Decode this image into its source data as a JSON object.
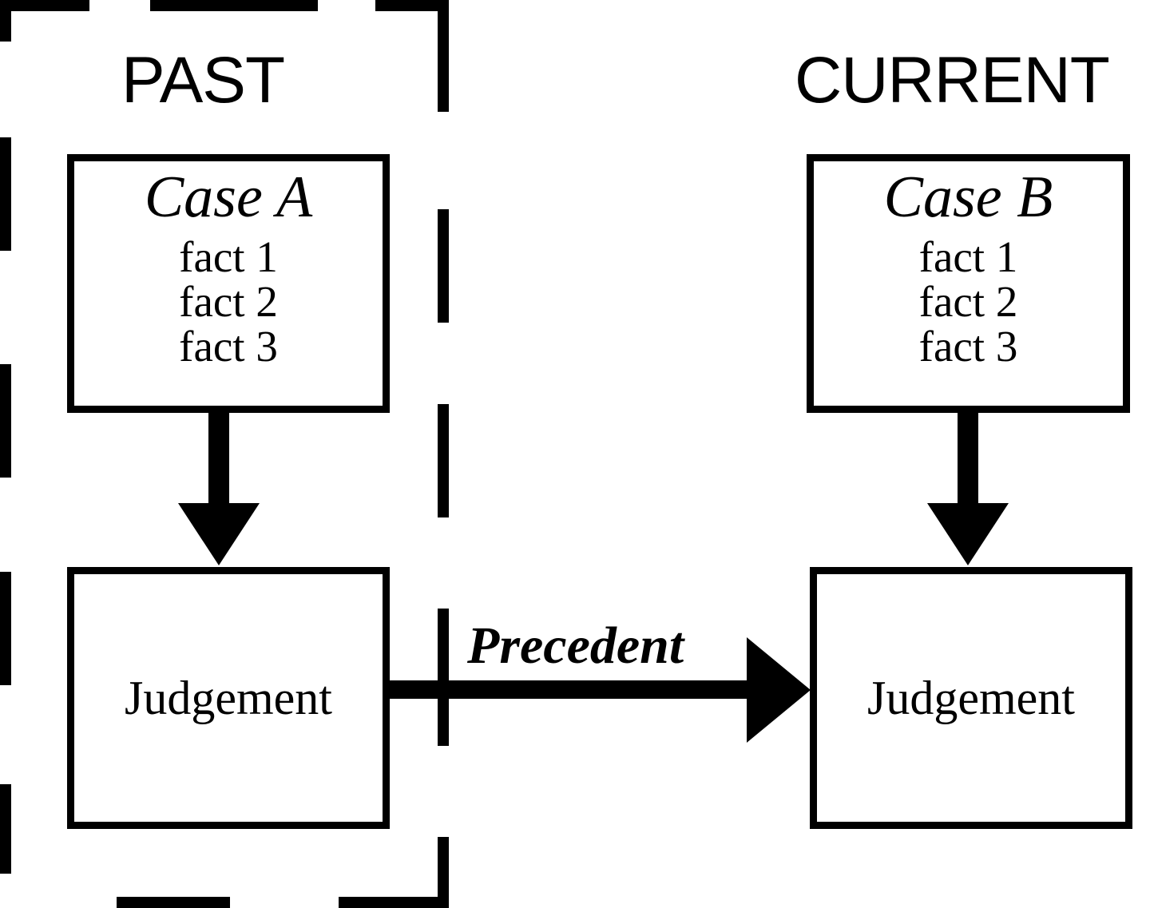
{
  "diagram": {
    "title": "Precedent-based legal reasoning diagram",
    "colors": {
      "ink": "#000000",
      "background": "#ffffff"
    },
    "sections": [
      {
        "id": "past",
        "label": "PAST",
        "enclosure": "dashed"
      },
      {
        "id": "current",
        "label": "CURRENT",
        "enclosure": "none"
      }
    ],
    "past": {
      "heading": "PAST",
      "case_box": {
        "title": "Case A",
        "facts": [
          "fact 1",
          "fact 2",
          "fact 3"
        ]
      },
      "judgement_box": {
        "label": "Judgement"
      },
      "arrow": {
        "name": "case-a-to-judgement-arrow",
        "direction": "down"
      }
    },
    "current": {
      "heading": "CURRENT",
      "case_box": {
        "title": "Case B",
        "facts": [
          "fact 1",
          "fact 2",
          "fact 3"
        ]
      },
      "judgement_box": {
        "label": "Judgement"
      },
      "arrow": {
        "name": "case-b-to-judgement-arrow",
        "direction": "down"
      }
    },
    "link": {
      "label": "Precedent",
      "direction": "right",
      "from": "past-judgement",
      "to": "current-judgement"
    }
  }
}
